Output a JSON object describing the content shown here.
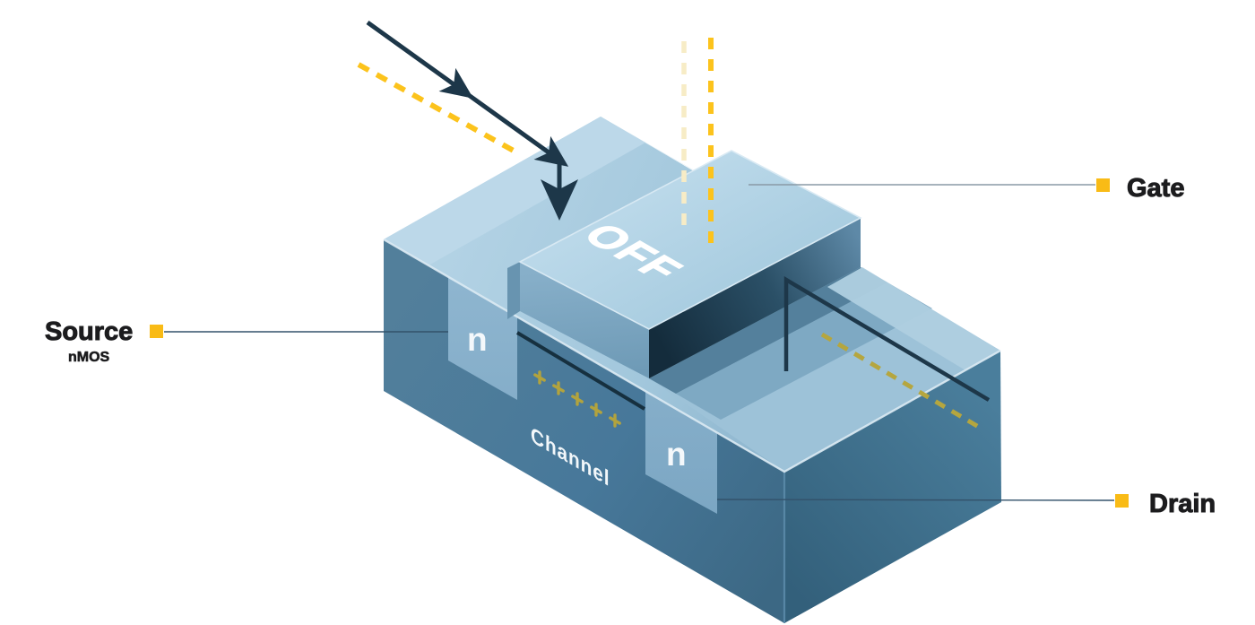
{
  "diagram": {
    "type": "isometric nMOS transistor, gate off state",
    "state_label": "OFF",
    "callouts": {
      "gate": {
        "label": "Gate"
      },
      "source": {
        "label": "Source",
        "sublabel": "nMOS"
      },
      "drain": {
        "label": "Drain"
      }
    },
    "regions": {
      "channel_label": "Channel",
      "source_doping": "n",
      "drain_doping": "n"
    },
    "colors": {
      "accent_yellow": "#F9BB16",
      "pale_yellow_dash": "#F7ECC6",
      "olive_dash": "#B5A63F",
      "navy_arrow": "#1D3749",
      "top_face_light": "#B4D3E5",
      "top_face_dark": "#6F9CBA",
      "front_face": "#4A7C9C",
      "right_face": "#3F6C87",
      "doping_panel": "#85AECB",
      "label_text": "#1C1C1E"
    }
  }
}
